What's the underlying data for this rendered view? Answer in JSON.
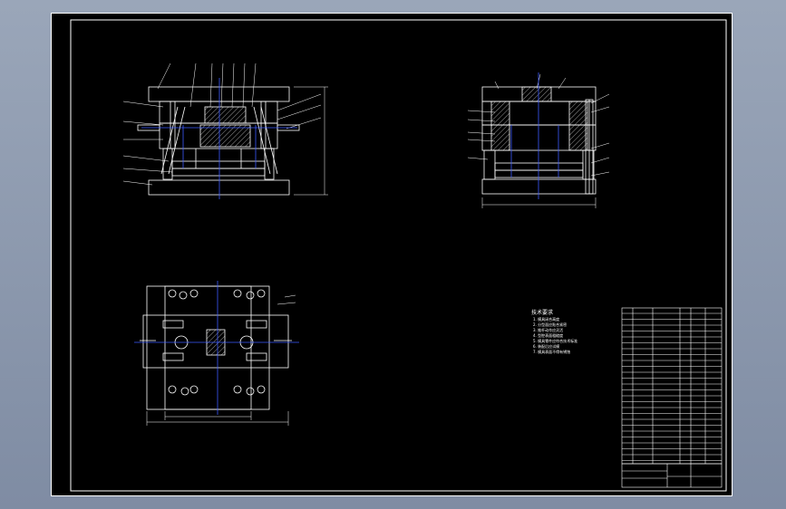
{
  "colors": {
    "background": "#000000",
    "frame": "#ffffff",
    "lines": "#ffffff",
    "centerline": "#3d5bff",
    "viewport": "#8e9bb0"
  },
  "technical_requirements": {
    "heading": "技术要求",
    "lines": [
      "1. 模具闭合高度",
      "2. 分型面应贴合紧密",
      "3. 推杆动作应灵活",
      "4. 型腔表面粗糙度",
      "5. 模具零件应符合技术标准",
      "6. 装配后应试模",
      "7. 模具表面不得有锈蚀"
    ]
  },
  "title_block": {
    "drawing_name": "",
    "drawing_number": ""
  }
}
